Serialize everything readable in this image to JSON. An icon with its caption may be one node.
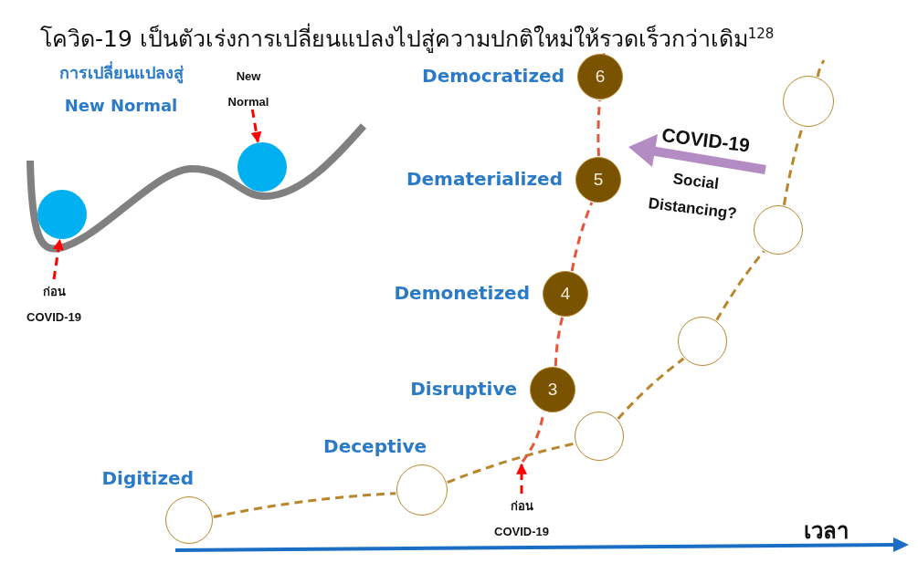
{
  "diagram": {
    "title": "โควิด-19 เป็นตัวเร่งการเปลี่ยนแปลงไปสู่ความปกติใหม่ให้รวดเร็วกว่าเดิม$^{128}$",
    "nodes": [
      {
        "text": [
          "New Normal"
        ]
      },
      {
        "text": [],
        "shape": "circle"
      },
      {
        "text": [],
        "shape": "circle"
      },
      {
        "text": [
          "ก่อน COVID-19"
        ]
      },
      {
        "text": [
          "6"
        ],
        "beside": [
          "Democratized"
        ]
      },
      {
        "text": [
          "5"
        ],
        "beside": [
          "Dematerialized"
        ]
      },
      {
        "text": [
          "4"
        ],
        "beside": [
          "Demonetized"
        ]
      },
      {
        "text": [
          "3"
        ],
        "beside": [
          "Disruptive"
        ]
      },
      {
        "text": [],
        "shape": "circle",
        "beside": [
          "Digitized"
        ]
      },
      {
        "text": [],
        "shape": "circle",
        "beside": [
          "Deceptive"
        ]
      },
      {
        "text": [],
        "shape": "circle"
      },
      {
        "text": [],
        "shape": "circle"
      },
      {
        "text": [],
        "shape": "circle"
      },
      {
        "text": [],
        "shape": "circle"
      },
      {
        "text": [
          "ก่อน COVID-19"
        ]
      }
    ],
    "edges": [
      {
        "from": 0,
        "to": 1,
        "arrow": "to",
        "style": "dashed",
        "color": "#ff0000"
      },
      {
        "from": 3,
        "to": 2,
        "arrow": "to",
        "style": "dashed",
        "color": "#ff0000"
      },
      {
        "from": 8,
        "to": 9,
        "arrow": "none",
        "style": "dashed"
      },
      {
        "from": 9,
        "to": 10,
        "arrow": "none",
        "style": "dashed"
      },
      {
        "from": 10,
        "to": 11,
        "arrow": "none",
        "style": "dashed"
      },
      {
        "from": 11,
        "to": 12,
        "arrow": "none",
        "style": "dashed"
      },
      {
        "from": 12,
        "to": 13,
        "arrow": "none",
        "style": "dashed"
      },
      {
        "from": 13,
        "to": null,
        "arrow": "none",
        "style": "dashed"
      },
      {
        "from": null,
        "to": 7,
        "arrow": "none",
        "style": "dashed",
        "color": "#e8553a"
      },
      {
        "from": 7,
        "to": 6,
        "arrow": "none",
        "style": "dashed",
        "color": "#e8553a"
      },
      {
        "from": 6,
        "to": 5,
        "arrow": "none",
        "style": "dashed",
        "color": "#e8553a"
      },
      {
        "from": 5,
        "to": 4,
        "arrow": "none",
        "style": "dashed",
        "color": "#e8553a"
      },
      {
        "from": 4,
        "to": null,
        "arrow": "none",
        "style": "dashed",
        "color": "#e8553a"
      },
      {
        "from": 14,
        "to": null,
        "arrow": "to",
        "style": "dashed",
        "color": "#ff0000"
      }
    ],
    "labels": [
      "การเปลี่ยนแปลงสู่ New Normal",
      "COVID-19",
      "Social Distancing?",
      "เวลา"
    ]
  }
}
